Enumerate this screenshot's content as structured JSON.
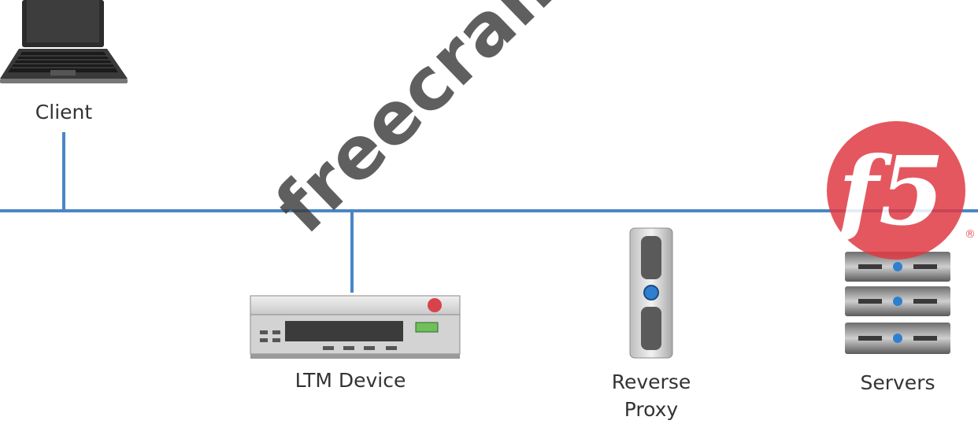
{
  "nodes": {
    "client": {
      "label": "Client",
      "icon": "laptop-icon"
    },
    "ltm_device": {
      "label": "LTM Device",
      "icon": "ltm-appliance-icon"
    },
    "reverse_proxy": {
      "label_line1": "Reverse",
      "label_line2": "Proxy",
      "icon": "tower-server-icon"
    },
    "servers": {
      "label": "Servers",
      "icon": "server-stack-icon"
    }
  },
  "watermark": {
    "text": "freecram.net"
  },
  "logo": {
    "text": "f5",
    "registered": "®",
    "color": "#e03a44"
  },
  "colors": {
    "network_line": "#4a86c5",
    "label_text": "#333333"
  }
}
